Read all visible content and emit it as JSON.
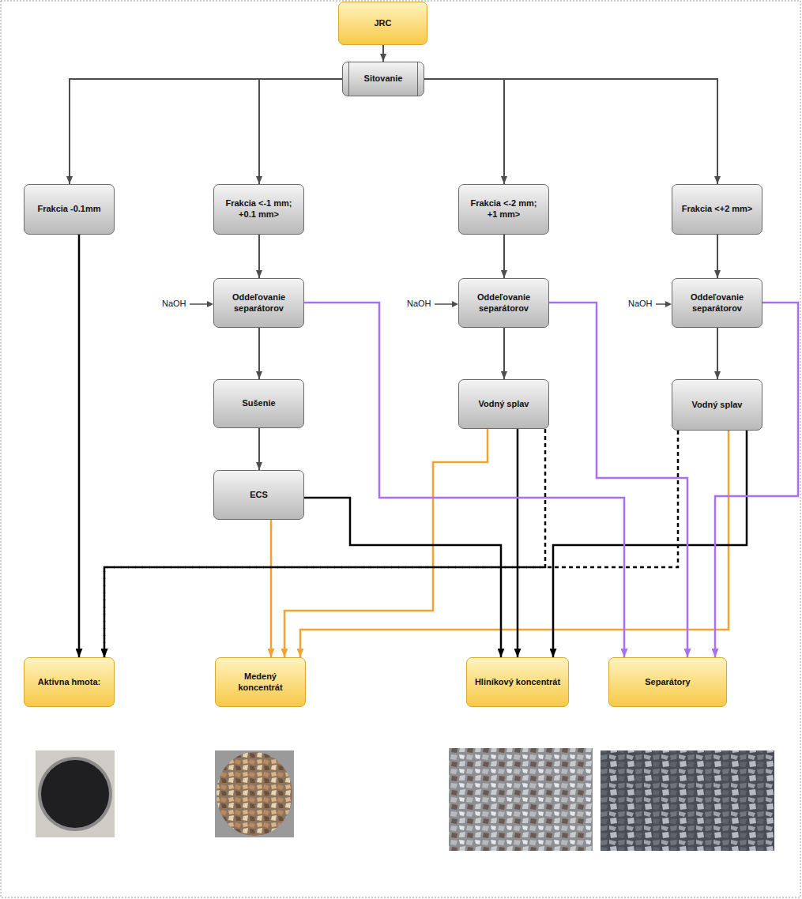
{
  "diagram": {
    "nodes": [
      {
        "text": [
          "JRC"
        ]
      },
      {
        "text": [
          "Sitovanie"
        ]
      },
      {
        "text": [
          "Frakcia -0.1mm"
        ]
      },
      {
        "text": [
          "Frakcia <-1 mm; +0.1 mm>"
        ]
      },
      {
        "text": [
          "Frakcia <-2 mm; +1 mm>"
        ]
      },
      {
        "text": [
          "Frakcia <+2 mm>"
        ]
      },
      {
        "text": [
          "Oddeľovanie separátorov"
        ]
      },
      {
        "text": [
          "Sušenie"
        ]
      },
      {
        "text": [
          "ECS"
        ]
      },
      {
        "text": [
          "Oddeľovanie separátorov"
        ]
      },
      {
        "text": [
          "Vodný splav"
        ]
      },
      {
        "text": [
          "Oddeľovanie separátorov"
        ]
      },
      {
        "text": [
          "Vodný splav"
        ]
      },
      {
        "text": [
          "Aktivna hmota:"
        ]
      },
      {
        "text": [
          "Medený koncentrát"
        ]
      },
      {
        "text": [
          "Hliníkový koncentrát"
        ]
      },
      {
        "text": [
          "Separátory"
        ]
      }
    ],
    "edges": [
      {
        "from": 0,
        "to": 1,
        "arrow": "to"
      },
      {
        "from": 1,
        "to": 2,
        "arrow": "to"
      },
      {
        "from": 1,
        "to": 3,
        "arrow": "to"
      },
      {
        "from": 1,
        "to": 4,
        "arrow": "to"
      },
      {
        "from": 1,
        "to": 5,
        "arrow": "to"
      },
      {
        "from": 3,
        "to": 6,
        "arrow": "to"
      },
      {
        "from": 6,
        "to": 7,
        "arrow": "to"
      },
      {
        "from": 7,
        "to": 8,
        "arrow": "to"
      },
      {
        "from": 4,
        "to": 9,
        "arrow": "to"
      },
      {
        "from": 9,
        "to": 10,
        "arrow": "to"
      },
      {
        "from": 5,
        "to": 11,
        "arrow": "to"
      },
      {
        "from": 11,
        "to": 12,
        "arrow": "to"
      },
      {
        "from": 2,
        "to": 13,
        "arrow": "to"
      },
      {
        "from": 8,
        "to": 14,
        "arrow": "to"
      },
      {
        "from": 10,
        "to": 14,
        "arrow": "to"
      },
      {
        "from": 12,
        "to": 14,
        "arrow": "to"
      },
      {
        "from": 8,
        "to": 15,
        "arrow": "to"
      },
      {
        "from": 10,
        "to": 15,
        "arrow": "to"
      },
      {
        "from": 12,
        "to": 15,
        "arrow": "to"
      },
      {
        "from": 6,
        "to": 16,
        "arrow": "to"
      },
      {
        "from": 9,
        "to": 16,
        "arrow": "to"
      },
      {
        "from": 11,
        "to": 16,
        "arrow": "to"
      },
      {
        "from": 10,
        "to": 13,
        "arrow": "to"
      },
      {
        "from": 12,
        "to": 13,
        "arrow": "to"
      }
    ],
    "labels": [
      "NaOH",
      "NaOH",
      "NaOH"
    ]
  }
}
